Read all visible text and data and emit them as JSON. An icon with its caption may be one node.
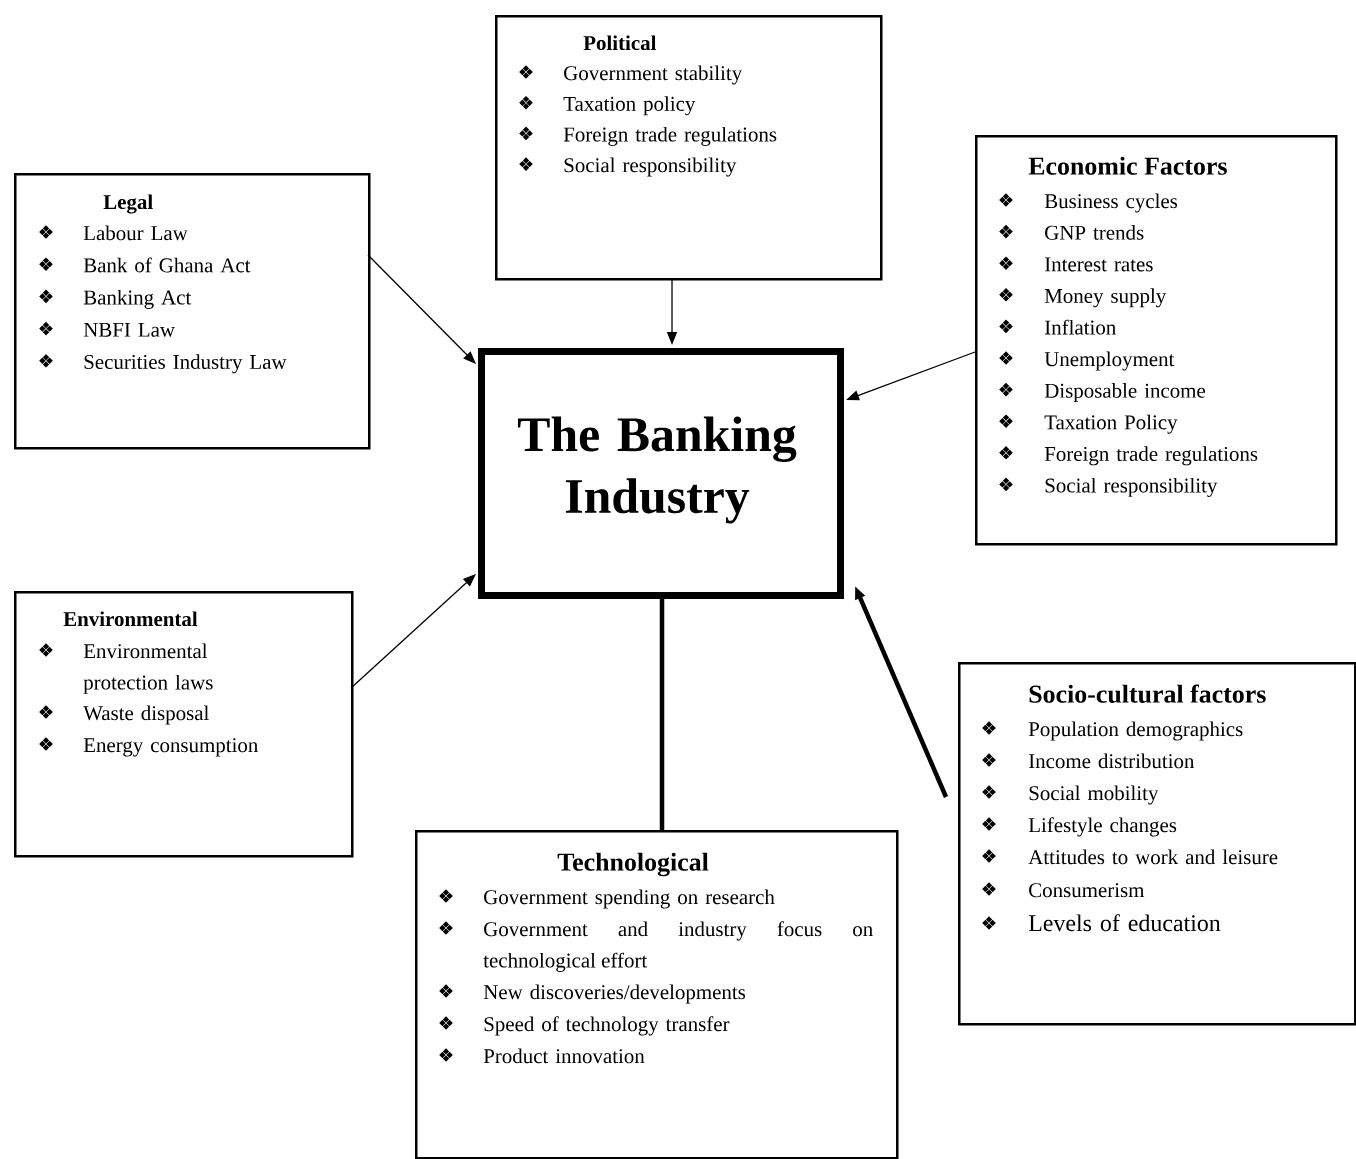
{
  "diagram": {
    "nodes": [
      {
        "text": [
          "Political",
          "Government stability",
          "Taxation policy",
          "Foreign trade regulations",
          "Social responsibility"
        ]
      },
      {
        "text": [
          "Legal",
          "Labour Law",
          "Bank of Ghana Act",
          "Banking Act",
          "NBFI Law",
          "Securities Industry Law"
        ]
      },
      {
        "text": [
          "Economic Factors",
          "Business cycles",
          "GNP trends",
          "Interest rates",
          "Money supply",
          "Inflation",
          "Unemployment",
          "Disposable income",
          "Taxation Policy",
          "Foreign trade regulations",
          "Social responsibility"
        ]
      },
      {
        "text": [
          "The Banking Industry"
        ]
      },
      {
        "text": [
          "Environmental",
          "Environmental protection laws",
          "Waste disposal",
          "Energy consumption"
        ]
      },
      {
        "text": [
          "Socio-cultural factors",
          "Population demographics",
          "Income distribution",
          "Social mobility",
          "Lifestyle changes",
          "Attitudes to work and leisure",
          "Consumerism",
          "Levels of education"
        ]
      },
      {
        "text": [
          "Technological",
          "Government spending on research",
          "Government and industry focus on technological effort",
          "New discoveries/developments",
          "Speed of technology transfer",
          "Product innovation"
        ]
      }
    ],
    "edges": [
      {
        "from": 0,
        "to": 3,
        "arrow": "to"
      },
      {
        "from": 1,
        "to": 3,
        "arrow": "to"
      },
      {
        "from": 2,
        "to": 3,
        "arrow": "to"
      },
      {
        "from": 4,
        "to": 3,
        "arrow": "to"
      },
      {
        "from": 5,
        "to": 3,
        "arrow": "to",
        "style": "thick"
      },
      {
        "from": 3,
        "to": 6,
        "arrow": "none",
        "style": "thick"
      }
    ]
  }
}
